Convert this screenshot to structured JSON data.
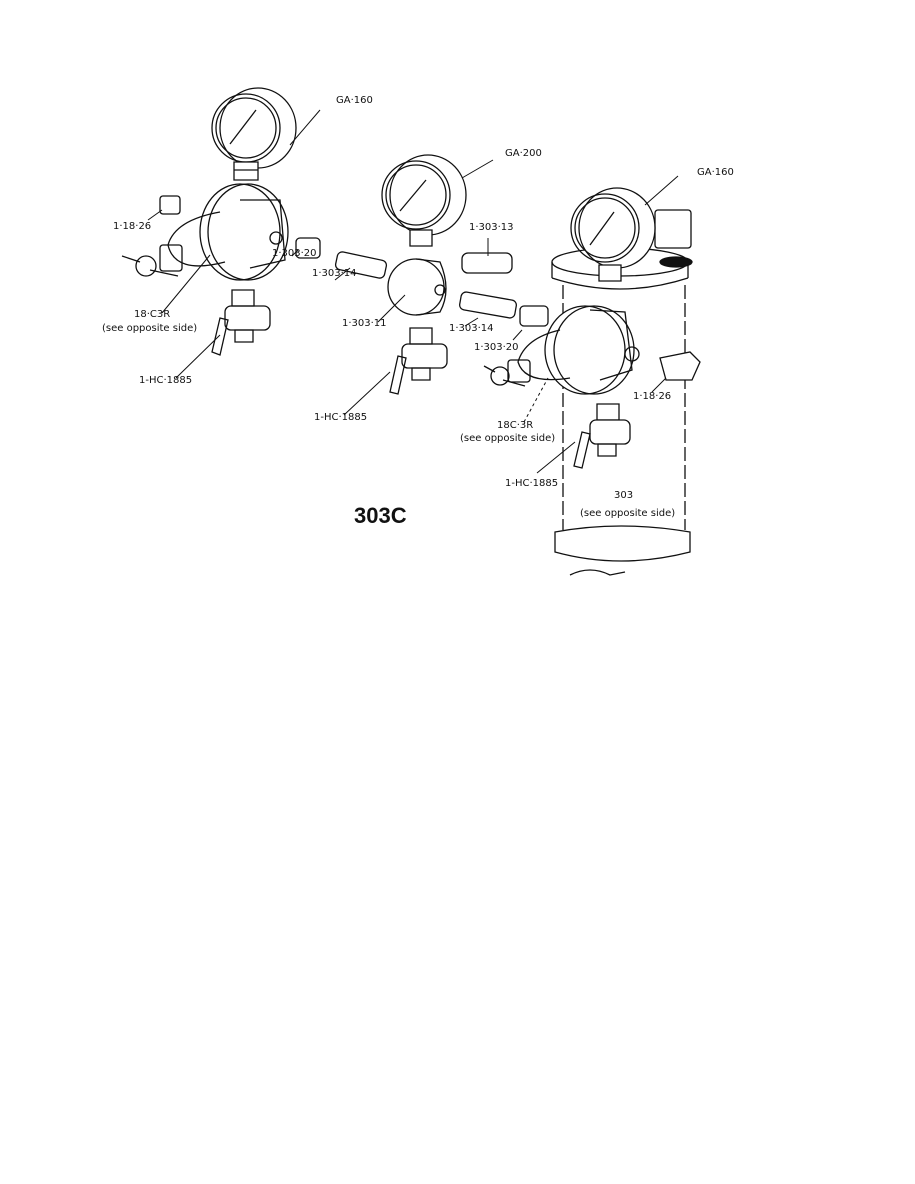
{
  "figure_title": "303C",
  "labels": {
    "gauge_left": "GA·160",
    "gauge_middle": "GA·200",
    "gauge_right": "GA·160",
    "plug_left": "1·18·26",
    "plug_right": "1·18·26",
    "nipple_short": "1·303·13",
    "bushing_left": "1·303·20",
    "bushing_right": "1·303·20",
    "nipple_long_left": "1·303·14",
    "nipple_long_right": "1·303·14",
    "tee_block": "1·303·11",
    "regulator_left": "18·C3R",
    "regulator_left_note": "(see opposite side)",
    "regulator_right": "18C·3R",
    "regulator_right_note": "(see opposite side)",
    "valve_left": "1-HC·1885",
    "valve_middle": "1-HC·1885",
    "valve_right": "1-HC·1885",
    "filter": "303",
    "filter_note": "(see opposite side)"
  }
}
